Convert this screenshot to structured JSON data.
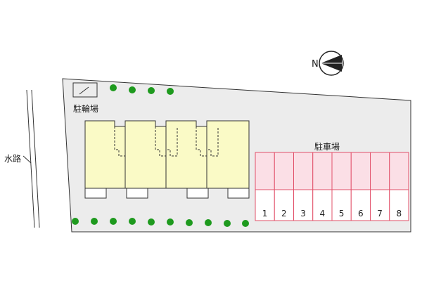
{
  "labels": {
    "waterway": "水路",
    "bicycle_parking": "駐輪場",
    "parking": "駐車場",
    "compass_letter": "N"
  },
  "parking_spaces": [
    "1",
    "2",
    "3",
    "4",
    "5",
    "6",
    "7",
    "8"
  ],
  "buildings": [
    "unit-1",
    "unit-2",
    "unit-3",
    "unit-4"
  ],
  "colors": {
    "lot": "#ececec",
    "building": "#fafac6",
    "parking_fill": "#fbdfe6",
    "parking_line": "#e2506a",
    "tree": "#1e9a1e",
    "outline": "#333333"
  },
  "icons": {
    "compass": "compass-icon",
    "tree": "tree-icon",
    "bicycle_shelter": "bicycle-shelter-icon"
  }
}
